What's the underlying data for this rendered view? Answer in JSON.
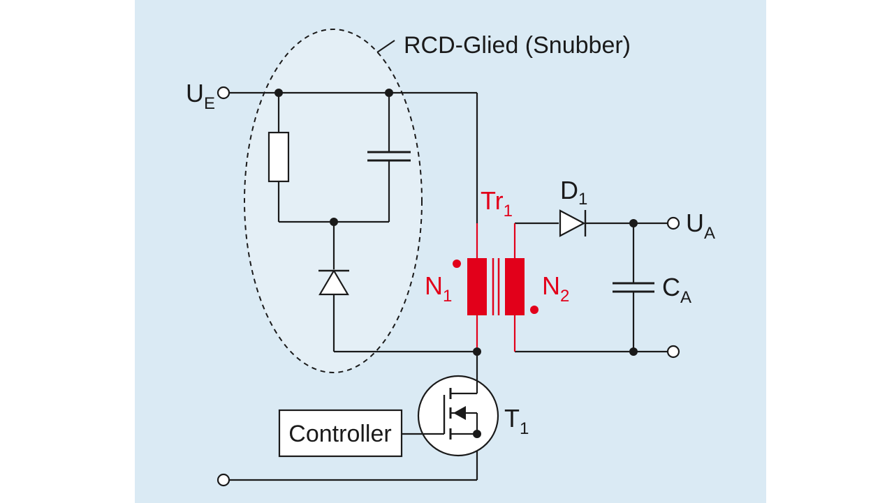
{
  "snubber": {
    "label": "RCD-Glied (Snubber)"
  },
  "input": {
    "main": "U",
    "sub": "E"
  },
  "output": {
    "main": "U",
    "sub": "A"
  },
  "transformer": {
    "label_main": "Tr",
    "label_sub": "1",
    "primary_main": "N",
    "primary_sub": "1",
    "secondary_main": "N",
    "secondary_sub": "2"
  },
  "diode": {
    "main": "D",
    "sub": "1"
  },
  "capacitor": {
    "main": "C",
    "sub": "A"
  },
  "transistor": {
    "main": "T",
    "sub": "1"
  },
  "controller": {
    "label": "Controller"
  },
  "colors": {
    "panel": "#daeaf4",
    "ink": "#1a1a1a",
    "accent": "#e2001a",
    "snubber_fill": "#e4eff6"
  }
}
